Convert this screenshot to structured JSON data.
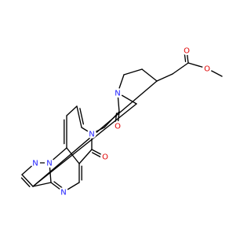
{
  "molecule": {
    "colors": {
      "bond": "#000000",
      "oxygen": "#e00000",
      "nitrogen": "#2020ff",
      "background": "#ffffff"
    },
    "atom_labels": {
      "O_ester_carbonyl": "O",
      "O_ester_ether": "O",
      "O_amide": "O",
      "N_piperidine": "N",
      "N_ring_amide": "N",
      "O_ring_carbonyl": "O",
      "N_pyrazole_1": "N",
      "N_pyrazole_2": "N",
      "N_pyrimidine": "N"
    }
  }
}
